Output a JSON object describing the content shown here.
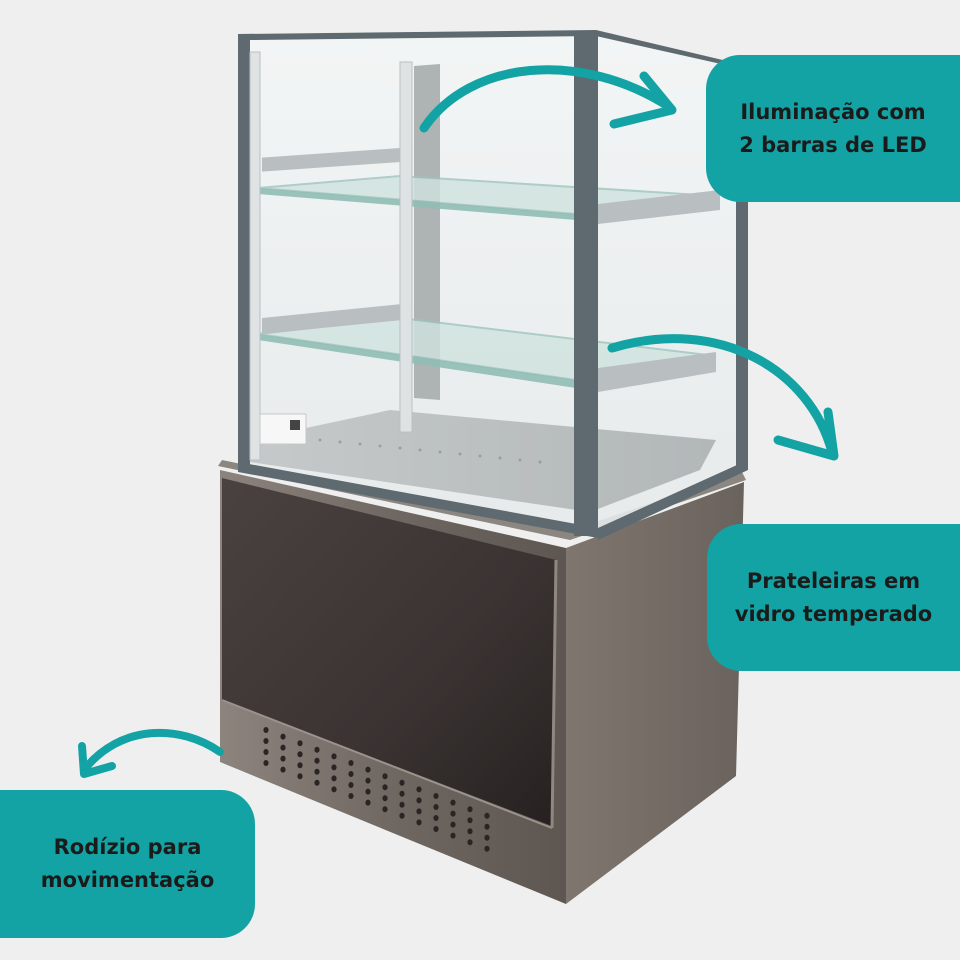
{
  "callouts": {
    "lighting": "Iluminação com\n2 barras de LED",
    "shelves": "Prateleiras em\nvidro temperado",
    "casters": "Rodízio para\nmovimentação"
  },
  "colors": {
    "background": "#efefef",
    "accent": "#14a3a4",
    "text": "#1b1b1b",
    "frame": "#5e6a70",
    "steel": "#7d746d",
    "dark_panel": "#3b3433"
  },
  "icons": {
    "arrow_lighting": "curved-arrow-right",
    "arrow_shelves": "curved-arrow-down-right",
    "arrow_casters": "curved-arrow-left"
  }
}
